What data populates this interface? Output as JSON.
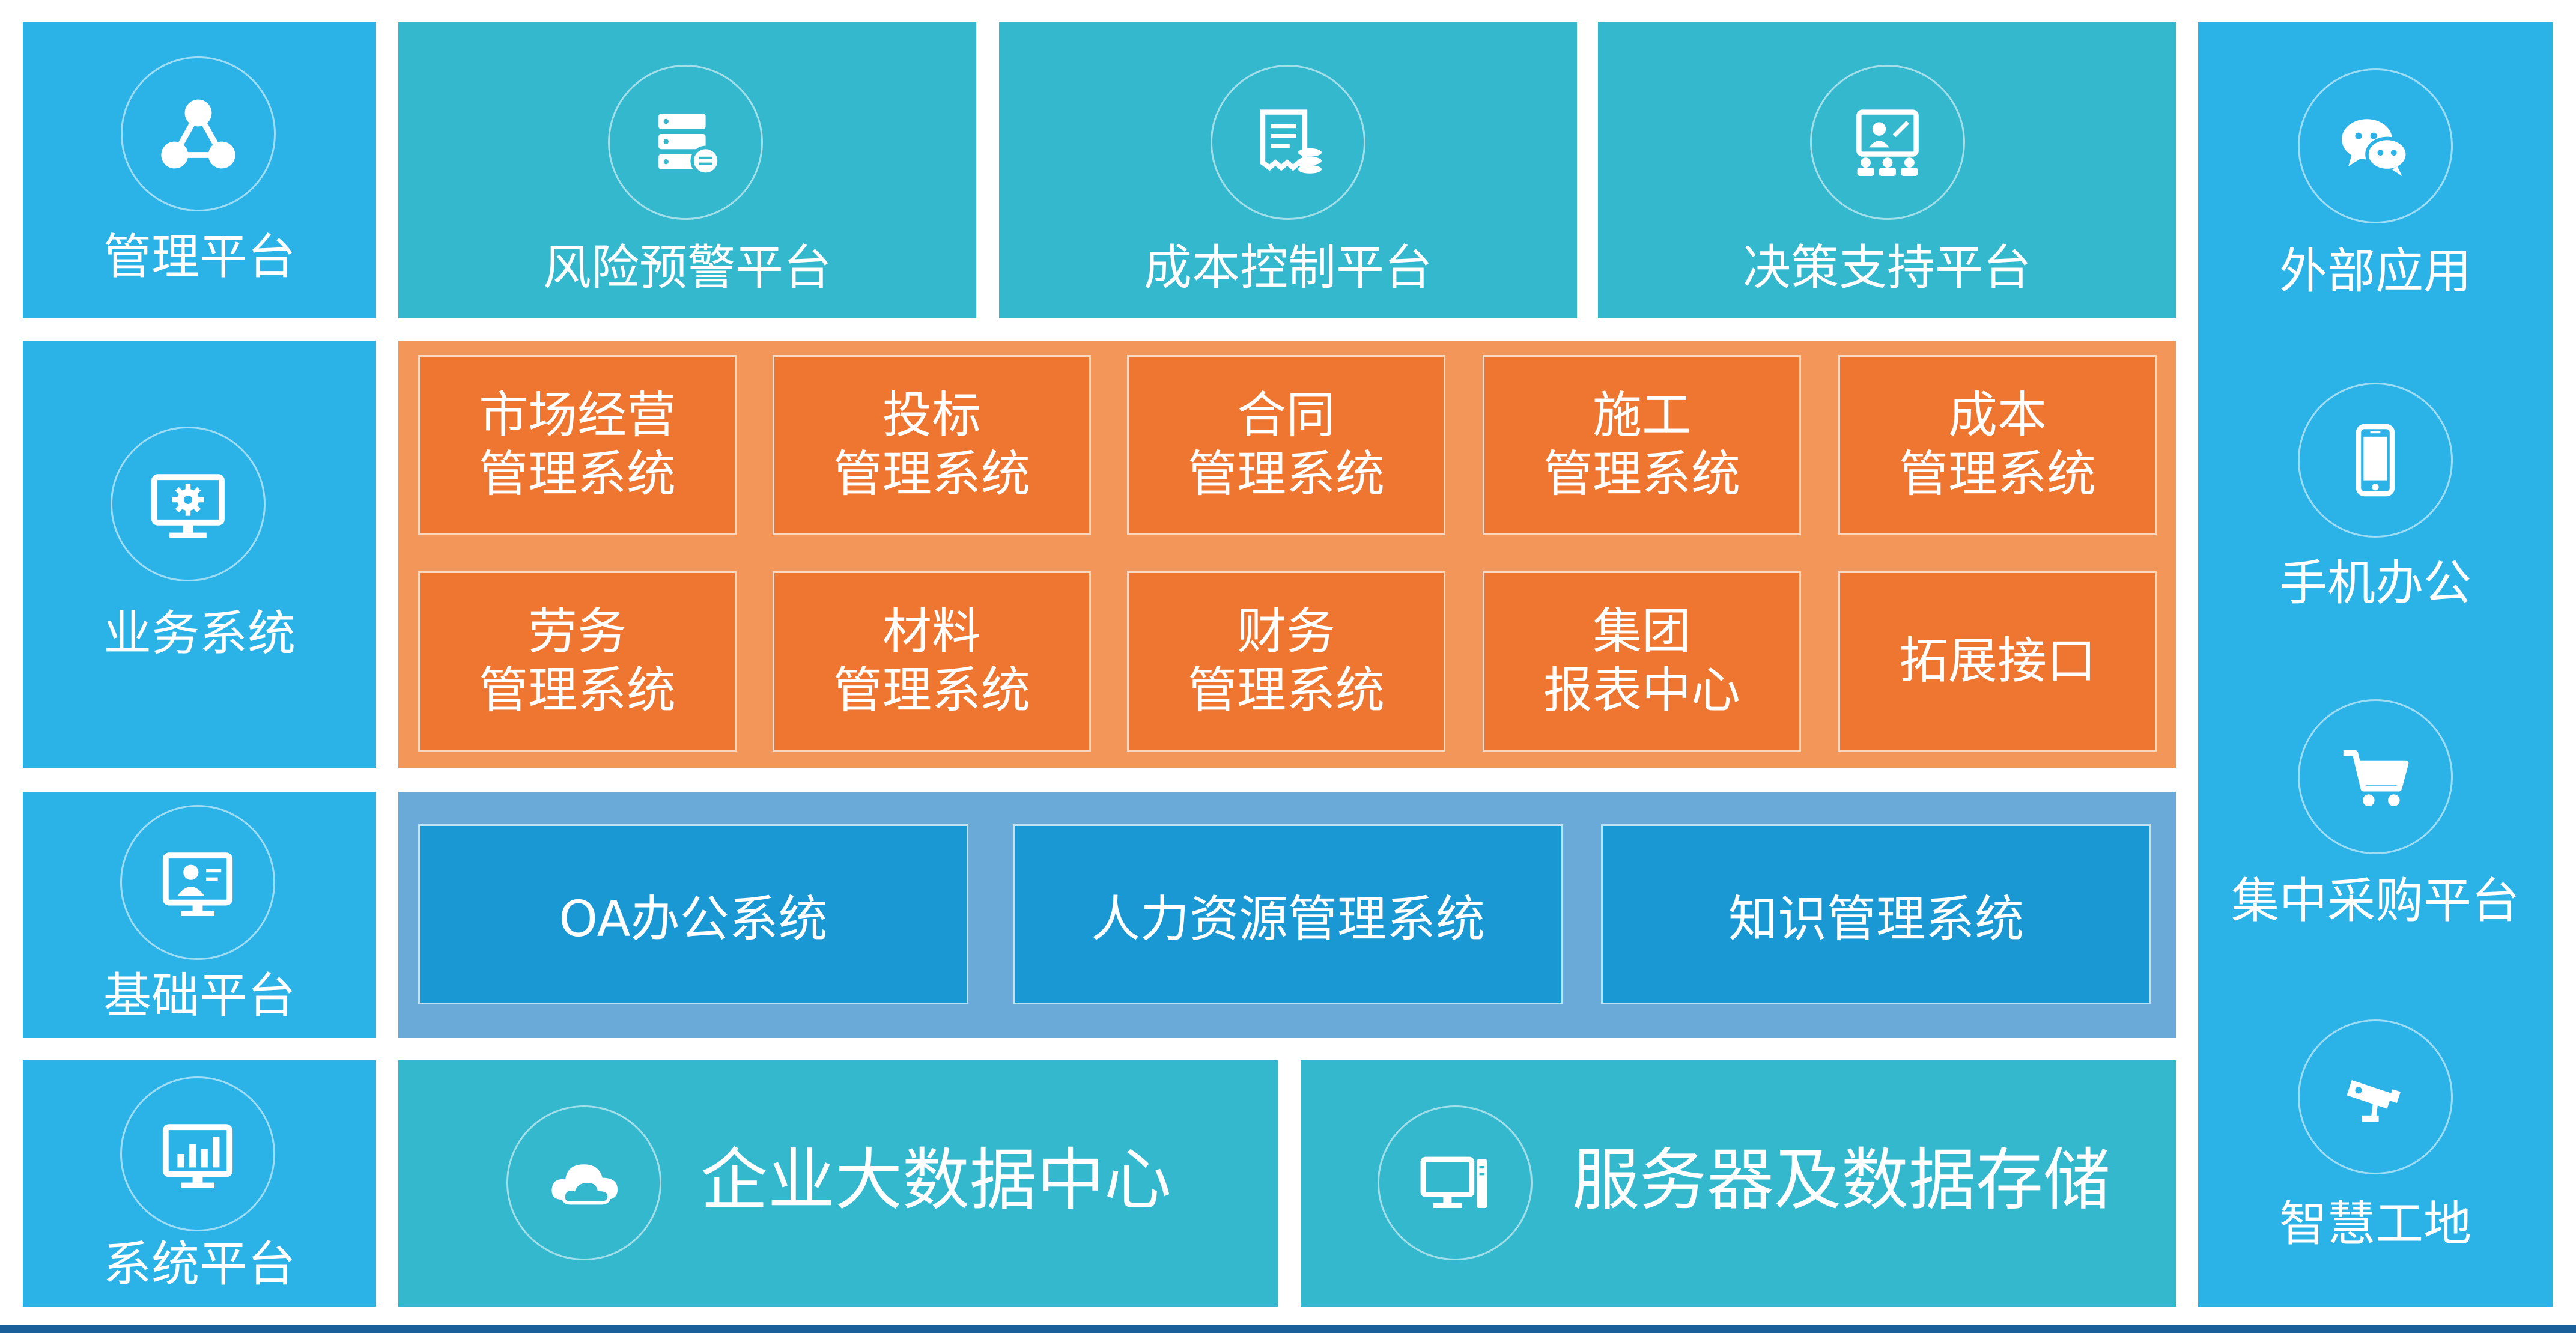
{
  "left": {
    "items": [
      {
        "label": "管理平台",
        "icon": "network-nodes-icon"
      },
      {
        "label": "业务系统",
        "icon": "monitor-gear-icon"
      },
      {
        "label": "基础平台",
        "icon": "monitor-user-icon"
      },
      {
        "label": "系统平台",
        "icon": "monitor-chart-icon"
      }
    ]
  },
  "top": {
    "items": [
      {
        "label": "风险预警平台",
        "icon": "server-stack-icon"
      },
      {
        "label": "成本控制平台",
        "icon": "receipt-coins-icon"
      },
      {
        "label": "决策支持平台",
        "icon": "presentation-board-icon"
      }
    ]
  },
  "business": {
    "row1": [
      {
        "line1": "市场经营",
        "line2": "管理系统"
      },
      {
        "line1": "投标",
        "line2": "管理系统"
      },
      {
        "line1": "合同",
        "line2": "管理系统"
      },
      {
        "line1": "施工",
        "line2": "管理系统"
      },
      {
        "line1": "成本",
        "line2": "管理系统"
      }
    ],
    "row2": [
      {
        "line1": "劳务",
        "line2": "管理系统"
      },
      {
        "line1": "材料",
        "line2": "管理系统"
      },
      {
        "line1": "财务",
        "line2": "管理系统"
      },
      {
        "line1": "集团",
        "line2": "报表中心"
      },
      {
        "line1": "拓展接口",
        "line2": ""
      }
    ]
  },
  "base": {
    "items": [
      {
        "label": "OA办公系统"
      },
      {
        "label": "人力资源管理系统"
      },
      {
        "label": "知识管理系统"
      }
    ]
  },
  "bottom": {
    "items": [
      {
        "label": "企业大数据中心",
        "icon": "cloud-icon"
      },
      {
        "label": "服务器及数据存储",
        "icon": "desktop-server-icon"
      }
    ]
  },
  "right": {
    "items": [
      {
        "label": "外部应用",
        "icon": "wechat-chat-icon"
      },
      {
        "label": "手机办公",
        "icon": "smartphone-icon"
      },
      {
        "label": "集中采购平台",
        "icon": "shopping-cart-icon"
      },
      {
        "label": "智慧工地",
        "icon": "security-camera-icon"
      }
    ]
  },
  "colors": {
    "teal": "#34b8ce",
    "blue": "#2bb3e8",
    "orange": "#ee7630",
    "orange_panel": "#f3965a",
    "base_panel": "#6aaad9",
    "base_box": "#1998d4"
  }
}
